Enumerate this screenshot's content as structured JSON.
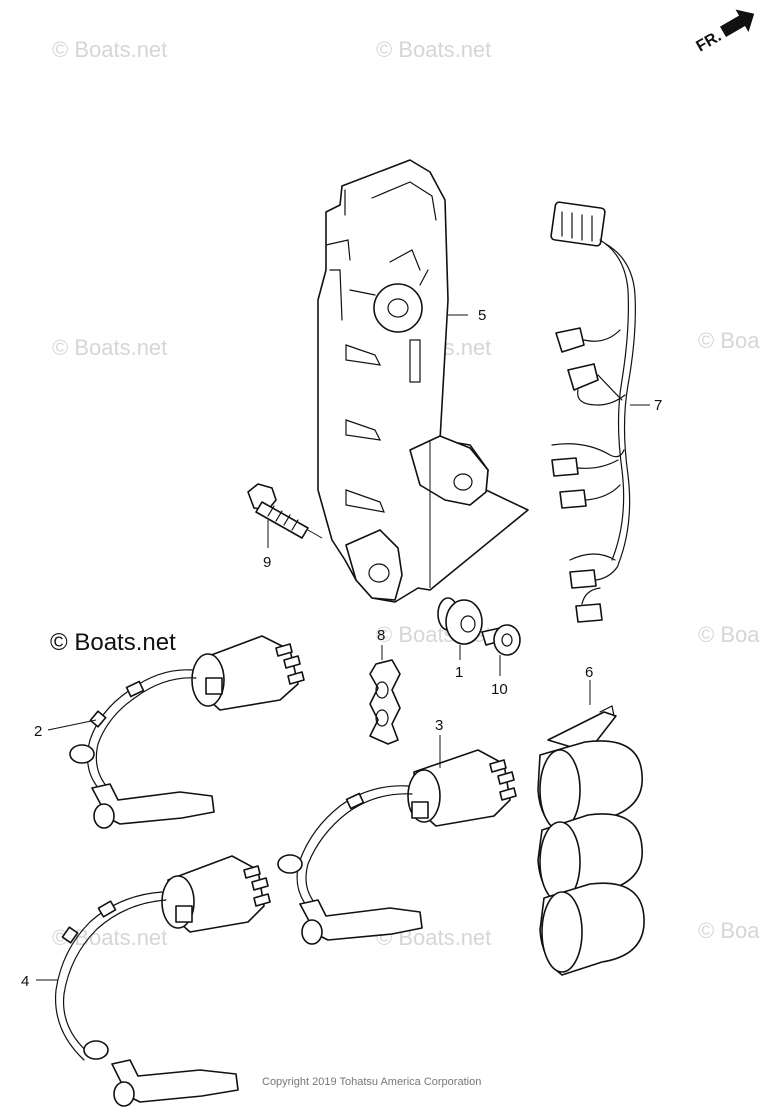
{
  "watermarks": [
    "© Boats.net",
    "© Boats.net",
    "© Boats.net",
    "© Boats.net",
    "© Boa",
    "© Boats.net",
    "© Boa",
    "© Boats.net",
    "© Boats.net",
    "© Boats.net",
    "© Boa"
  ],
  "watermark_primary": "© Boats.net",
  "direction_label": "FR.",
  "callouts": [
    "5",
    "7",
    "9",
    "1",
    "8",
    "10",
    "6",
    "3",
    "2",
    "4"
  ],
  "copyright": "Copyright 2019 Tohatsu America Corporation"
}
